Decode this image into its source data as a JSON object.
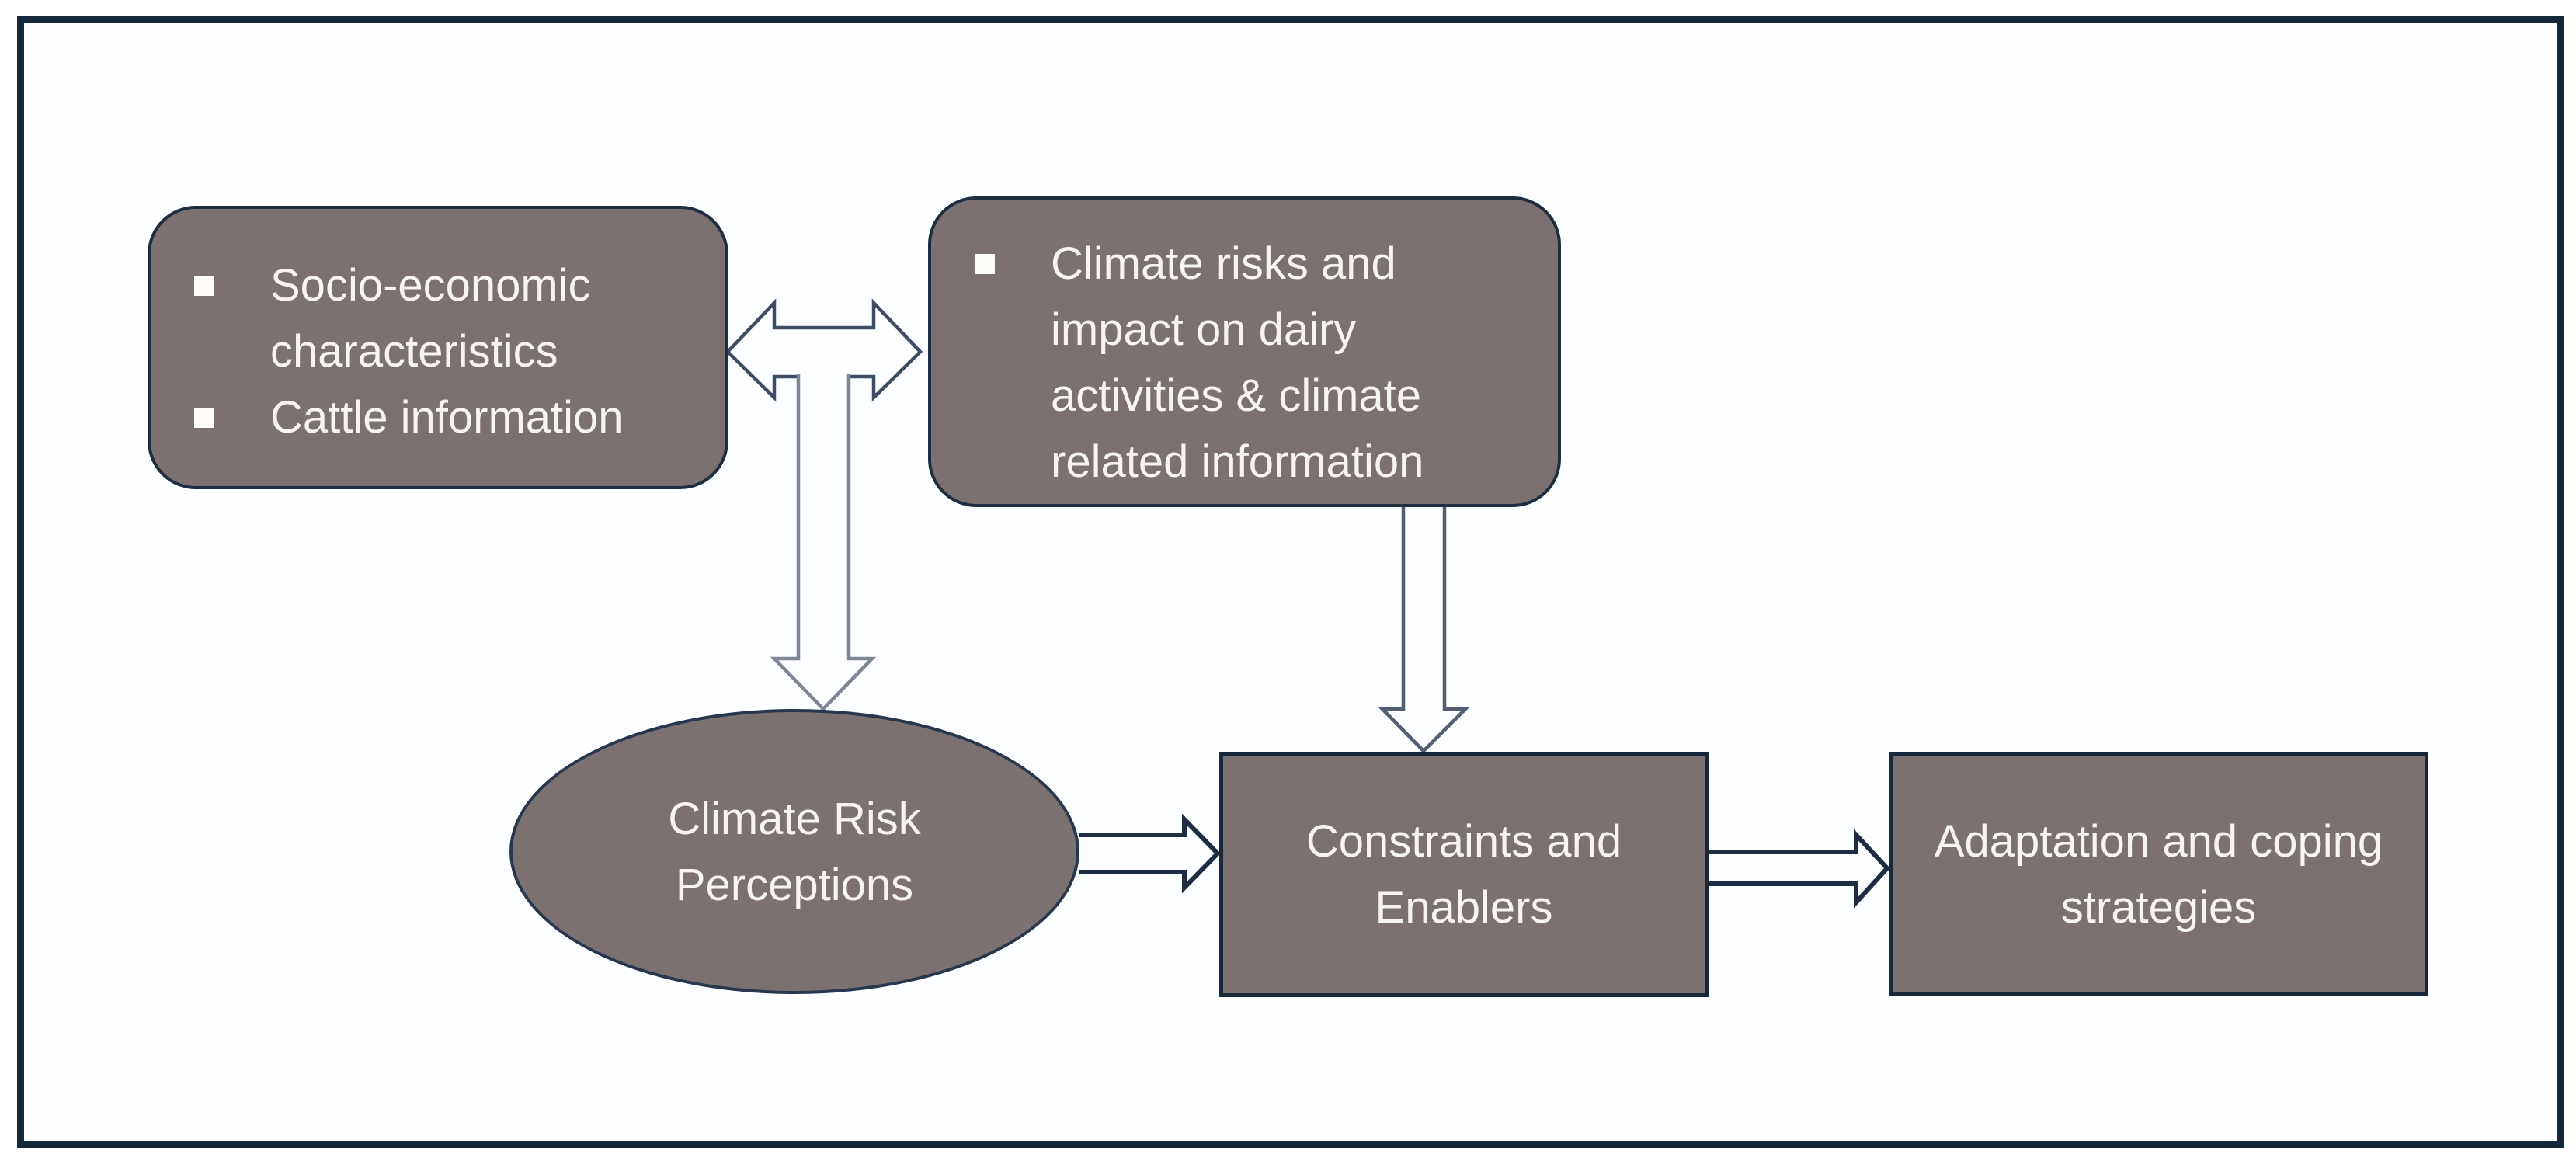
{
  "diagram": {
    "nodes": {
      "survey_box": {
        "shape": "rounded-rectangle",
        "items": [
          {
            "lines": [
              "Socio-economic",
              "characteristics"
            ]
          },
          {
            "lines": [
              "Cattle information"
            ]
          }
        ]
      },
      "climate_info_box": {
        "shape": "rounded-rectangle",
        "items": [
          {
            "lines": [
              "Climate risks and",
              "impact on dairy",
              "activities & climate",
              "related information"
            ]
          }
        ]
      },
      "perceptions_ellipse": {
        "shape": "ellipse",
        "lines": [
          "Climate Risk",
          "Perceptions"
        ]
      },
      "constraints_box": {
        "shape": "rectangle",
        "lines": [
          "Constraints and",
          "Enablers"
        ]
      },
      "adaptation_box": {
        "shape": "rectangle",
        "lines": [
          "Adaptation and coping",
          "strategies"
        ]
      }
    },
    "arrows": [
      {
        "name": "double-arrow",
        "type": "bidirectional-horizontal",
        "between": [
          "survey_box",
          "climate_info_box"
        ]
      },
      {
        "name": "down-arrow-to-perceptions",
        "type": "down",
        "from": "between survey_box and climate_info_box",
        "to": "perceptions_ellipse"
      },
      {
        "name": "down-arrow-to-constraints",
        "type": "down",
        "from": "climate_info_box",
        "to": "constraints_box"
      },
      {
        "name": "right-arrow-to-constraints",
        "type": "right",
        "from": "perceptions_ellipse",
        "to": "constraints_box"
      },
      {
        "name": "right-arrow-to-adaptation",
        "type": "right",
        "from": "constraints_box",
        "to": "adaptation_box"
      }
    ],
    "colors": {
      "node_fill": "#7b7170",
      "node_border": "#1e2d3f",
      "frame_border": "#15273b",
      "text": "#f7f5f1",
      "arrow_fill": "#fdfeff",
      "arrow_outline_dark": "#1f2d44",
      "arrow_outline_medium": "#3e4c66",
      "arrow_outline_light": "#7e8798",
      "background": "#fcfeff"
    }
  }
}
